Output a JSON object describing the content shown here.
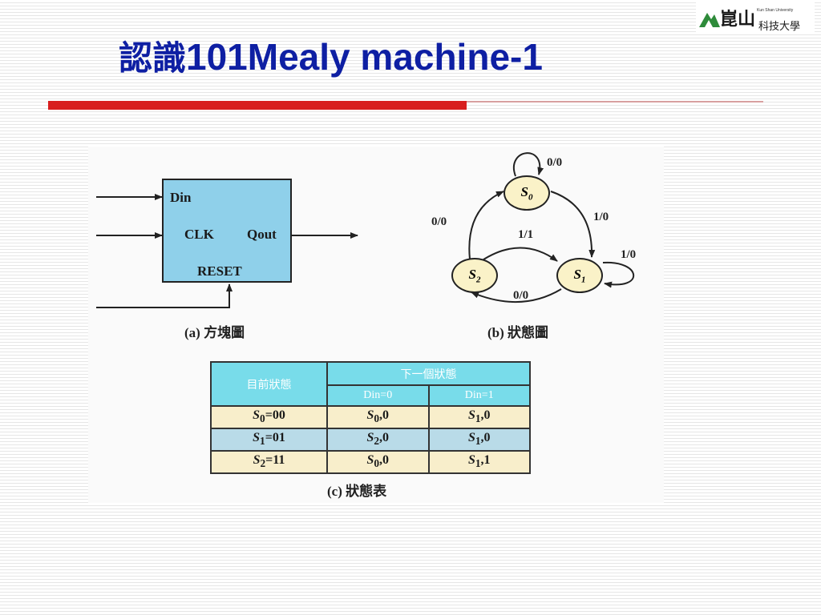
{
  "logo": {
    "university_en": "Kun Shan University",
    "name_main": "崑山",
    "name_tail": "科技大學"
  },
  "title": {
    "prefix": "認識",
    "text": "101Mealy machine-1"
  },
  "block_diagram": {
    "inputs": {
      "din": "Din",
      "clk": "CLK",
      "reset": "RESET"
    },
    "output": "Qout",
    "caption": "(a) 方塊圖"
  },
  "state_diagram": {
    "states": [
      "S0",
      "S1",
      "S2"
    ],
    "transitions": [
      {
        "from": "S0",
        "to": "S0",
        "label": "0/0"
      },
      {
        "from": "S0",
        "to": "S1",
        "label": "1/0"
      },
      {
        "from": "S1",
        "to": "S1",
        "label": "1/0"
      },
      {
        "from": "S1",
        "to": "S2",
        "label": "0/0"
      },
      {
        "from": "S2",
        "to": "S1",
        "label": "1/1"
      },
      {
        "from": "S2",
        "to": "S0",
        "label": "0/0"
      }
    ],
    "caption": "(b) 狀態圖"
  },
  "state_table": {
    "header_current": "目前狀態",
    "header_next": "下一個狀態",
    "header_din0": "Din=0",
    "header_din1": "Din=1",
    "rows": [
      {
        "state": "S",
        "sub": "0",
        "code": "=00",
        "n0s": "S",
        "n0sub": "0",
        "n0out": ",0",
        "n1s": "S",
        "n1sub": "1",
        "n1out": ",0"
      },
      {
        "state": "S",
        "sub": "1",
        "code": "=01",
        "n0s": "S",
        "n0sub": "2",
        "n0out": ",0",
        "n1s": "S",
        "n1sub": "1",
        "n1out": ",0"
      },
      {
        "state": "S",
        "sub": "2",
        "code": "=11",
        "n0s": "S",
        "n0sub": "0",
        "n0out": ",0",
        "n1s": "S",
        "n1sub": "1",
        "n1out": ",1"
      }
    ],
    "caption": "(c) 狀態表"
  },
  "colors": {
    "title": "#0e1fa3",
    "accent_bar": "#d81e1e",
    "block_fill": "#8fd0ea",
    "state_fill": "#faf2c8",
    "table_header": "#78dcea",
    "row_cream": "#f8eecb",
    "row_blue": "#b9dbe8"
  }
}
